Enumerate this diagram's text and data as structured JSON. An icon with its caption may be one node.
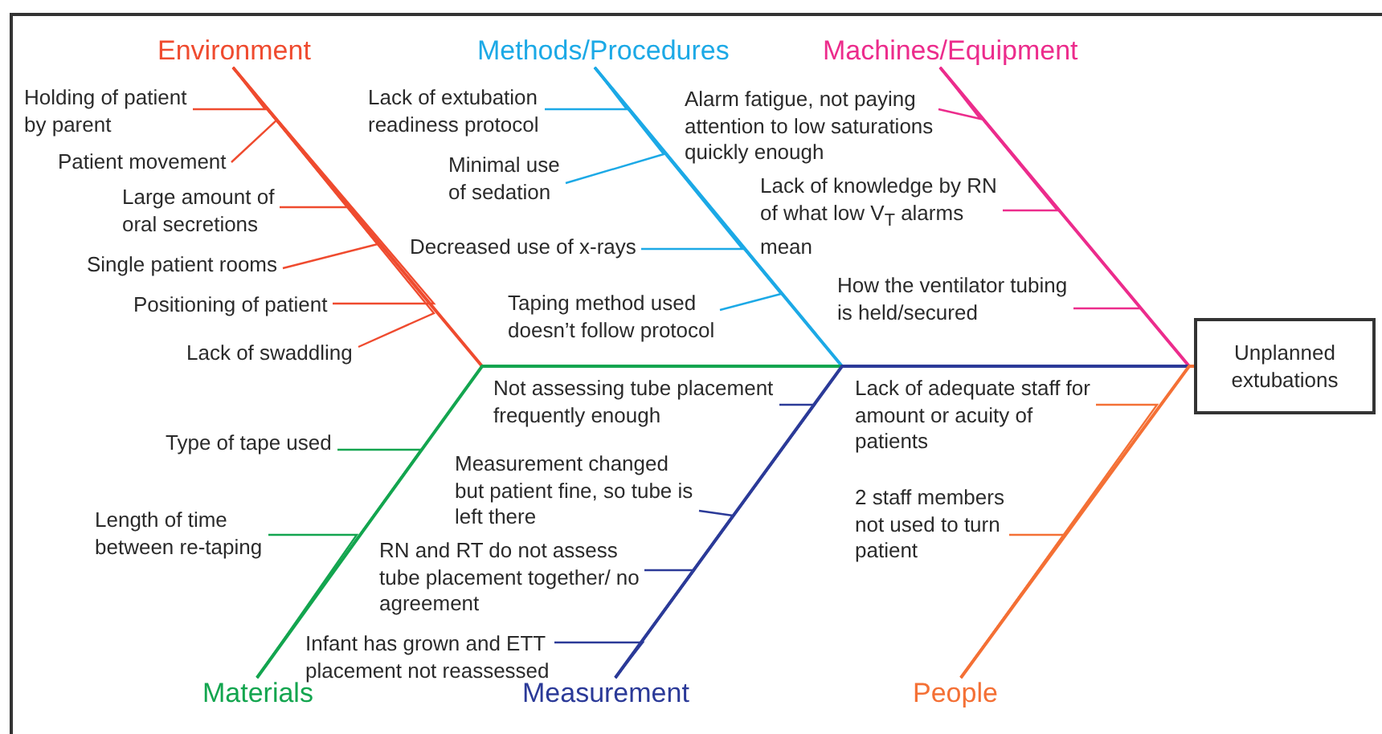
{
  "diagram": {
    "nodes": [
      {
        "text": [
          "Environment"
        ]
      },
      {
        "text": [
          "Holding of patient by parent"
        ]
      },
      {
        "text": [
          "Patient movement"
        ]
      },
      {
        "text": [
          "Large amount of oral secretions"
        ]
      },
      {
        "text": [
          "Single patient rooms"
        ]
      },
      {
        "text": [
          "Positioning of patient"
        ]
      },
      {
        "text": [
          "Lack of swaddling"
        ]
      },
      {
        "text": [
          "Methods/Procedures"
        ]
      },
      {
        "text": [
          "Lack of extubation readiness protocol"
        ]
      },
      {
        "text": [
          "Minimal use of sedation"
        ]
      },
      {
        "text": [
          "Decreased use of x-rays"
        ]
      },
      {
        "text": [
          "Taping method used doesn’t follow protocol"
        ]
      },
      {
        "text": [
          "Machines/Equipment"
        ]
      },
      {
        "text": [
          "Alarm fatigue, not paying attention to low saturations quickly enough"
        ]
      },
      {
        "text": [
          "Lack of knowledge by RN of what low V$_{T}$ alarms mean"
        ]
      },
      {
        "text": [
          "How the ventilator tubing is held/secured"
        ]
      },
      {
        "text": [
          "Unplanned extubations"
        ]
      },
      {
        "text": [
          "Type of tape used"
        ]
      },
      {
        "text": [
          "Length of time between re-taping"
        ]
      },
      {
        "text": [
          "Not assessing tube placement frequently enough"
        ]
      },
      {
        "text": [
          "Measurement changed but patient fine, so tube is left there"
        ]
      },
      {
        "text": [
          "RN and RT do not assess tube placement together/ no agreement"
        ]
      },
      {
        "text": [
          "Infant has grown and ETT placement not reassessed"
        ]
      },
      {
        "text": [
          "Lack of adequate staff for amount or acuity of patients"
        ]
      },
      {
        "text": [
          "2 staff members not used to turn patient"
        ]
      },
      {
        "text": [
          "Materials"
        ]
      },
      {
        "text": [
          "Measurement"
        ]
      },
      {
        "text": [
          "People"
        ]
      }
    ],
    "edges": [
      {
        "from": 0,
        "to": 16,
        "arrow": "none",
        "color": "#ef4b2f"
      },
      {
        "from": 7,
        "to": 16,
        "arrow": "none",
        "color": "#1ca9e6"
      },
      {
        "from": 12,
        "to": 16,
        "arrow": "none",
        "color": "#ec2c8c"
      },
      {
        "from": 25,
        "to": 16,
        "arrow": "none",
        "color": "#13a54f"
      },
      {
        "from": 26,
        "to": 16,
        "arrow": "none",
        "color": "#2b3a98"
      },
      {
        "from": 27,
        "to": 16,
        "arrow": "none",
        "color": "#f47035"
      },
      {
        "from": 1,
        "to": 0,
        "arrow": "none",
        "color": "#ef4b2f"
      },
      {
        "from": 2,
        "to": 0,
        "arrow": "none",
        "color": "#ef4b2f"
      },
      {
        "from": 3,
        "to": 0,
        "arrow": "none",
        "color": "#ef4b2f"
      },
      {
        "from": 4,
        "to": 0,
        "arrow": "none",
        "color": "#ef4b2f"
      },
      {
        "from": 5,
        "to": 0,
        "arrow": "none",
        "color": "#ef4b2f"
      },
      {
        "from": 6,
        "to": 0,
        "arrow": "none",
        "color": "#ef4b2f"
      },
      {
        "from": 8,
        "to": 7,
        "arrow": "none",
        "color": "#1ca9e6"
      },
      {
        "from": 9,
        "to": 7,
        "arrow": "none",
        "color": "#1ca9e6"
      },
      {
        "from": 10,
        "to": 7,
        "arrow": "none",
        "color": "#1ca9e6"
      },
      {
        "from": 11,
        "to": 7,
        "arrow": "none",
        "color": "#1ca9e6"
      },
      {
        "from": 13,
        "to": 12,
        "arrow": "none",
        "color": "#ec2c8c"
      },
      {
        "from": 14,
        "to": 12,
        "arrow": "none",
        "color": "#ec2c8c"
      },
      {
        "from": 15,
        "to": 12,
        "arrow": "none",
        "color": "#ec2c8c"
      },
      {
        "from": 17,
        "to": 25,
        "arrow": "none",
        "color": "#13a54f"
      },
      {
        "from": 18,
        "to": 25,
        "arrow": "none",
        "color": "#13a54f"
      },
      {
        "from": 19,
        "to": 26,
        "arrow": "none",
        "color": "#2b3a98"
      },
      {
        "from": 20,
        "to": 26,
        "arrow": "none",
        "color": "#2b3a98"
      },
      {
        "from": 21,
        "to": 26,
        "arrow": "none",
        "color": "#2b3a98"
      },
      {
        "from": 22,
        "to": 26,
        "arrow": "none",
        "color": "#2b3a98"
      },
      {
        "from": 23,
        "to": 27,
        "arrow": "none",
        "color": "#f47035"
      },
      {
        "from": 24,
        "to": 27,
        "arrow": "none",
        "color": "#f47035"
      }
    ]
  }
}
